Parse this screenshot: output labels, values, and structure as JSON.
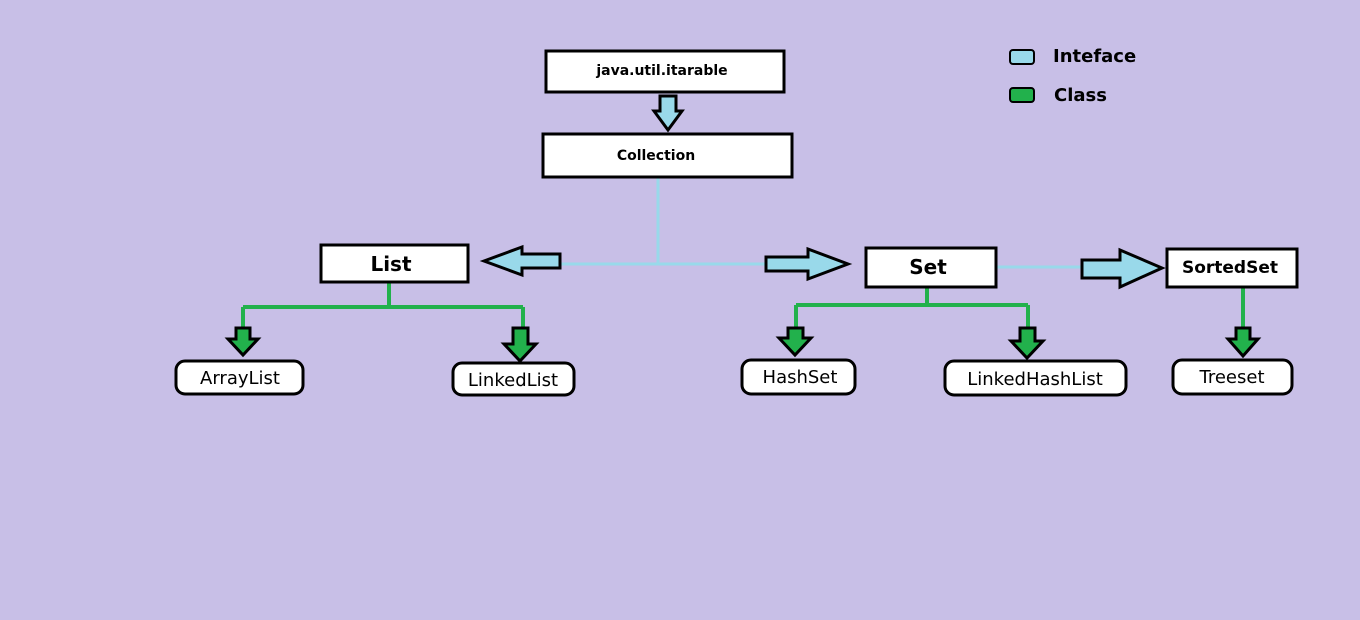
{
  "legend": {
    "interface_label": "Inteface",
    "class_label": "Class",
    "interface_color": "#99d9ea",
    "class_color": "#22b14c"
  },
  "nodes": {
    "iterable": "java.util.itarable",
    "collection": "Collection",
    "list": "List",
    "set": "Set",
    "sortedset": "SortedSet",
    "arraylist": "ArrayList",
    "linkedlist": "LinkedList",
    "hashset": "HashSet",
    "linkedhashlist": "LinkedHashList",
    "treeset": "Treeset"
  },
  "colors": {
    "background": "#c8bfe7",
    "box_fill": "#ffffff",
    "outline": "#000000"
  }
}
